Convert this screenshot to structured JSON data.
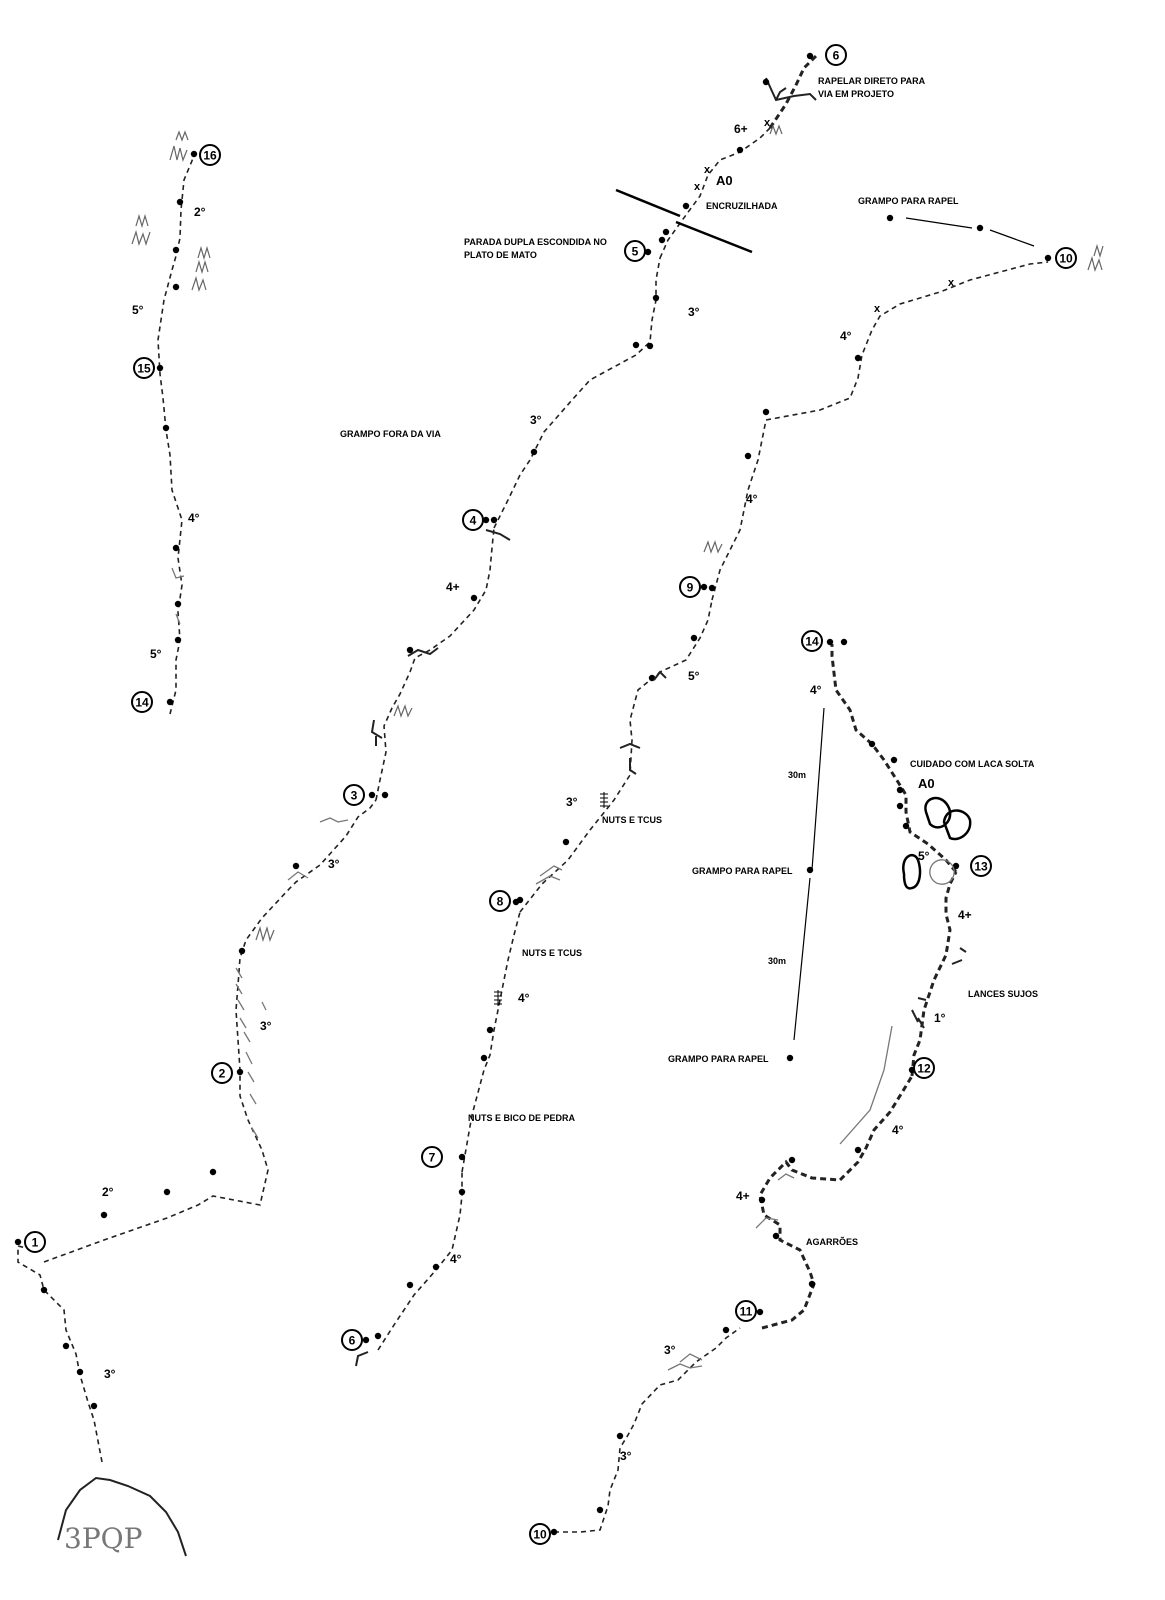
{
  "stations": {
    "s1": "1",
    "s2": "2",
    "s3": "3",
    "s4": "4",
    "s5": "5",
    "s6_top": "6",
    "s6_bottom": "6",
    "s7": "7",
    "s8": "8",
    "s9": "9",
    "s10_top": "10",
    "s10_bottom": "10",
    "s11": "11",
    "s12": "12",
    "s13": "13",
    "s14_left": "14",
    "s14_right": "14",
    "s15": "15",
    "s16": "16"
  },
  "grades": {
    "g_left_2": "2°",
    "g_left_5a": "5°",
    "g_left_4": "4°",
    "g_left_5b": "5°",
    "g_base_3": "3°",
    "g_1_2": "2°",
    "g_2_3": "3°",
    "g_3_3": "3°",
    "g_4_4p": "4+",
    "g_4_3": "3°",
    "g_5_3": "3°",
    "g_6_6p": "6+",
    "g_6b_4": "4°",
    "g_7_4": "4°",
    "g_8_3": "3°",
    "g_9_5": "5°",
    "g_9_4": "4°",
    "g_10_4": "4°",
    "g_10b_3a": "3°",
    "g_10b_3b": "3°",
    "g_11_4p": "4+",
    "g_12_4": "4°",
    "g_12_1": "1°",
    "g_13_4p": "4+",
    "g_13_5": "5°",
    "g_14_4": "4°"
  },
  "aids": {
    "a0_top": "A0",
    "a0_right": "A0"
  },
  "marks": {
    "x": "x"
  },
  "notes": {
    "rapel_direto_1": "RAPELAR DIRETO PARA",
    "rapel_direto_2": "VIA EM PROJETO",
    "encruzilhada": "ENCRUZILHADA",
    "parada_dupla_1": "PARADA DUPLA ESCONDIDA NO",
    "parada_dupla_2": "PLATO DE MATO",
    "grampo_rapel_top": "GRAMPO PARA RAPEL",
    "grampo_fora": "GRAMPO FORA DA VIA",
    "nuts_tcus_1": "NUTS E TCUS",
    "nuts_tcus_2": "NUTS E TCUS",
    "nuts_bico": "NUTS E BICO DE PEDRA",
    "cuidado": "CUIDADO COM LACA SOLTA",
    "lances_sujos": "LANCES SUJOS",
    "agarroes": "AGARRÕES",
    "grampo_rapel_mid": "GRAMPO PARA RAPEL",
    "grampo_rapel_low": "GRAMPO PARA RAPEL",
    "len_30m_a": "30m",
    "len_30m_b": "30m",
    "base_sketch": "3PQP"
  }
}
